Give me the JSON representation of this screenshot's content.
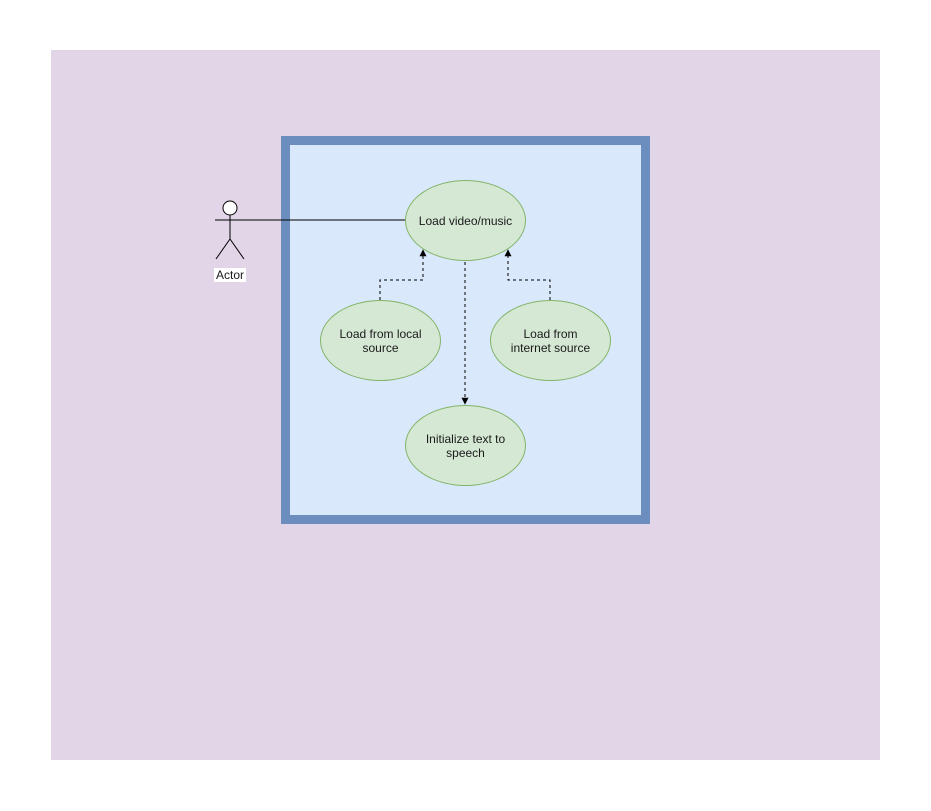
{
  "colors": {
    "background_panel": "#e1d5e7",
    "system_fill": "#dae8fc",
    "system_border": "#6c8ebf",
    "usecase_fill": "#d5e8d4",
    "usecase_border": "#82b366",
    "line": "#000000"
  },
  "actor": {
    "label": "Actor"
  },
  "usecases": {
    "load_media": "Load video/music",
    "load_local": "Load from local source",
    "load_internet": "Load from internet source",
    "init_tts": "Initialize text to speech"
  }
}
